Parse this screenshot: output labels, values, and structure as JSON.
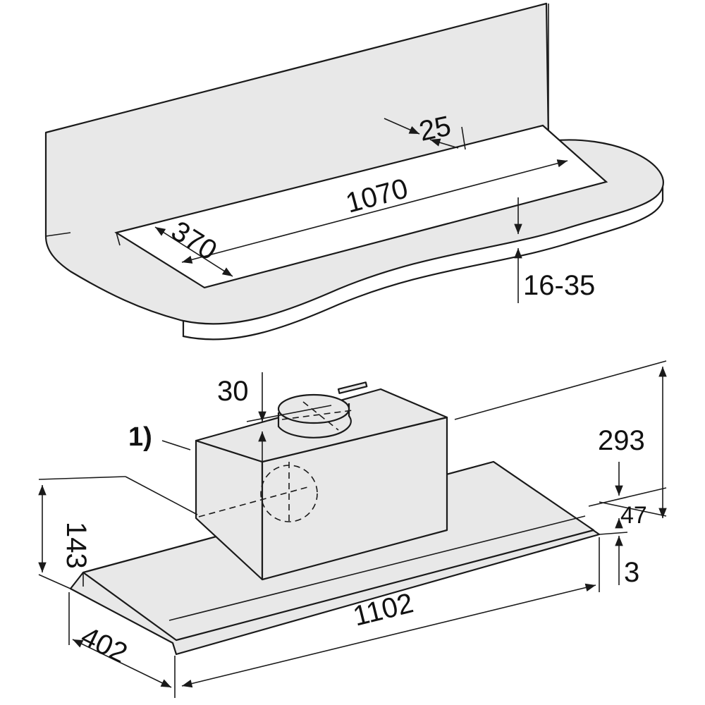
{
  "title": "Built-in cooker hood installation dimensions",
  "cutout_diagram": {
    "dimensions": {
      "offset": "25",
      "cutout_width": "1070",
      "cutout_depth": "370",
      "panel_thickness": "16-35"
    }
  },
  "appliance_diagram": {
    "note_marker": "1)",
    "dimensions": {
      "duct_offset": "30",
      "total_height": "293",
      "base_height": "47",
      "side_height": "143",
      "lip": "3",
      "width": "1102",
      "depth": "402"
    }
  },
  "colors": {
    "fill": "#e8e8e8",
    "line": "#1a1a1a"
  }
}
